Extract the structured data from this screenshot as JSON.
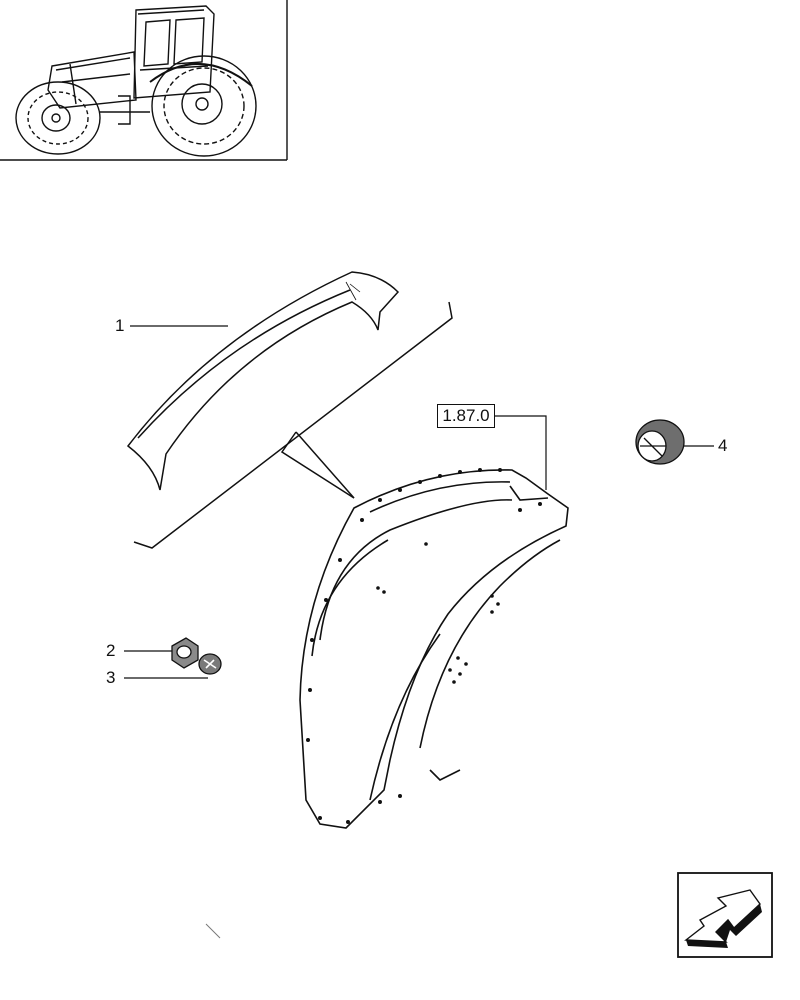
{
  "diagram": {
    "callouts": {
      "part_1": "1",
      "part_2": "2",
      "part_3": "3",
      "part_4": "4",
      "reference": "1.87.0"
    }
  }
}
